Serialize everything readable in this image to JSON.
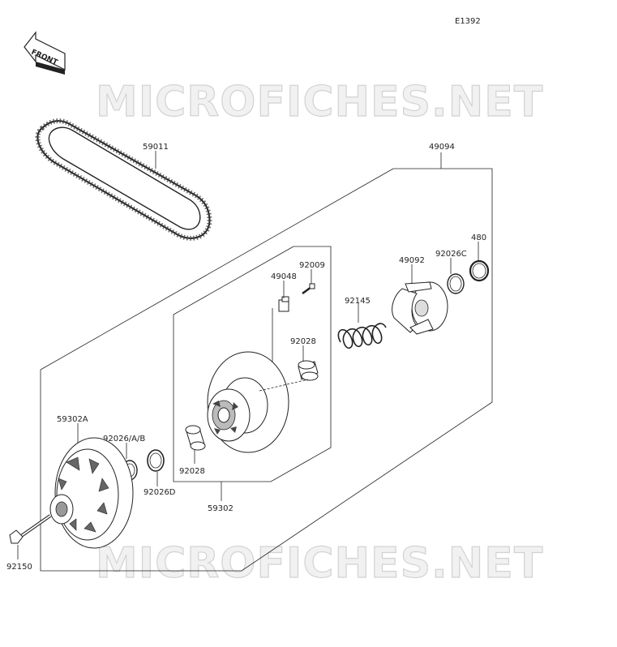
{
  "diagram_code": "E1392",
  "front_label": "FRONT",
  "watermark_text": "MICROFICHES.NET",
  "parts": {
    "belt": "59011",
    "assy": "49094",
    "ring_480": "480",
    "washer_c": "92026C",
    "cam": "49092",
    "bolt_small": "92009",
    "slider": "49048",
    "spring": "92145",
    "bushing_upper": "92028",
    "fixed_sheave": "59302A",
    "washer_ab": "92026/A/B",
    "washer_d": "92026D",
    "bushing_lower": "92028",
    "movable_sheave": "59302",
    "bolt": "92150"
  }
}
